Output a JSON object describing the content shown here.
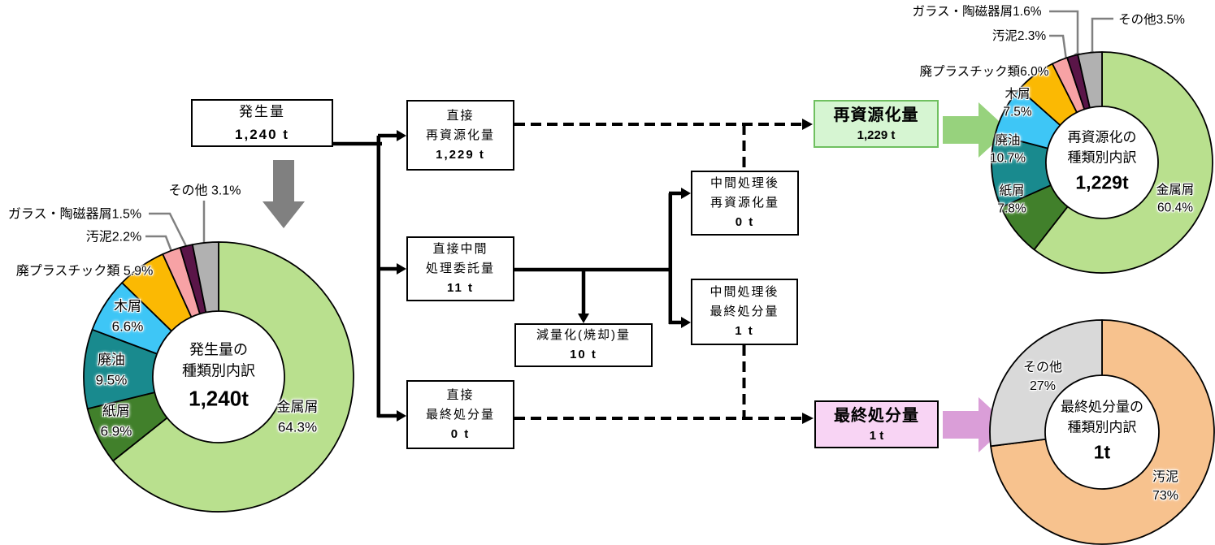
{
  "flow": {
    "boxes": {
      "generation": {
        "lines": [
          "発生量"
        ],
        "value": "1,240 t"
      },
      "direct_recycling": {
        "lines": [
          "直接",
          "再資源化量"
        ],
        "value": "1,229 t"
      },
      "direct_intermediate": {
        "lines": [
          "直接中間",
          "処理委託量"
        ],
        "value": "11 t"
      },
      "reduction": {
        "lines": [
          "減量化(焼却)量"
        ],
        "value": "10 t"
      },
      "direct_final": {
        "lines": [
          "直接",
          "最終処分量"
        ],
        "value": "0 t"
      },
      "post_recycling": {
        "lines": [
          "中間処理後",
          "再資源化量"
        ],
        "value": "0 t"
      },
      "post_final": {
        "lines": [
          "中間処理後",
          "最終処分量"
        ],
        "value": "1 t"
      },
      "recycling_total": {
        "lines": [
          "再資源化量"
        ],
        "value": "1,229 t"
      },
      "final_total": {
        "lines": [
          "最終処分量"
        ],
        "value": "1 t"
      }
    },
    "colors": {
      "recycling_box_bg": "#d6f5d2",
      "recycling_box_border": "#70c060",
      "final_box_bg": "#f8d4f4",
      "final_box_border": "#000000",
      "down_arrow": "#808080",
      "green_arrow": "#97d27d",
      "pink_arrow": "#da9ed8",
      "leader_line": "#808080"
    }
  },
  "chart_data": [
    {
      "type": "pie",
      "name": "generation_breakdown",
      "title_lines": [
        "発生量の",
        "種類別内訳"
      ],
      "total_label": "1,240t",
      "slices": [
        {
          "id": "metal",
          "label": "金属屑",
          "pct": 64.3,
          "pct_text": "64.3%",
          "color": "#b9e08e"
        },
        {
          "id": "paper",
          "label": "紙屑",
          "pct": 6.9,
          "pct_text": "6.9%",
          "color": "#41802b"
        },
        {
          "id": "oil",
          "label": "廃油",
          "pct": 9.5,
          "pct_text": "9.5%",
          "color": "#198a8e"
        },
        {
          "id": "wood",
          "label": "木屑",
          "pct": 6.6,
          "pct_text": "6.6%",
          "color": "#3ec6f6"
        },
        {
          "id": "plastic",
          "label": "廃プラスチック類",
          "pct": 5.9,
          "pct_text": "5.9%",
          "color": "#fbb903"
        },
        {
          "id": "sludge",
          "label": "汚泥",
          "pct": 2.2,
          "pct_text": "2.2%",
          "color": "#f7a2a5"
        },
        {
          "id": "glass",
          "label": "ガラス・陶磁器屑",
          "pct": 1.5,
          "pct_text": "1.5%",
          "color": "#5a1548"
        },
        {
          "id": "other",
          "label": "その他",
          "pct": 3.1,
          "pct_text": "3.1%",
          "color": "#b1b1b1"
        }
      ]
    },
    {
      "type": "pie",
      "name": "recycling_breakdown",
      "title_lines": [
        "再資源化の",
        "種類別内訳"
      ],
      "total_label": "1,229t",
      "slices": [
        {
          "id": "metal",
          "label": "金属屑",
          "pct": 60.4,
          "pct_text": "60.4%",
          "color": "#b9e08e"
        },
        {
          "id": "paper",
          "label": "紙屑",
          "pct": 7.8,
          "pct_text": "7.8%",
          "color": "#41802b"
        },
        {
          "id": "oil",
          "label": "廃油",
          "pct": 10.7,
          "pct_text": "10.7%",
          "color": "#198a8e"
        },
        {
          "id": "wood",
          "label": "木屑",
          "pct": 7.5,
          "pct_text": "7.5%",
          "color": "#3ec6f6"
        },
        {
          "id": "plastic",
          "label": "廃プラスチック類",
          "pct": 6.0,
          "pct_text": "6.0%",
          "color": "#fbb903"
        },
        {
          "id": "sludge",
          "label": "汚泥",
          "pct": 2.3,
          "pct_text": "2.3%",
          "color": "#f7a2a5"
        },
        {
          "id": "glass",
          "label": "ガラス・陶磁器屑",
          "pct": 1.6,
          "pct_text": "1.6%",
          "color": "#5a1548"
        },
        {
          "id": "other",
          "label": "その他",
          "pct": 3.5,
          "pct_text": "3.5%",
          "color": "#b1b1b1"
        }
      ]
    },
    {
      "type": "pie",
      "name": "final_disposal_breakdown",
      "title_lines": [
        "最終処分量の",
        "種類別内訳"
      ],
      "total_label": "1t",
      "slices": [
        {
          "id": "sludge",
          "label": "汚泥",
          "pct": 73,
          "pct_text": "73%",
          "color": "#f7c28e"
        },
        {
          "id": "other",
          "label": "その他",
          "pct": 27,
          "pct_text": "27%",
          "color": "#d9d9d9"
        }
      ]
    }
  ]
}
